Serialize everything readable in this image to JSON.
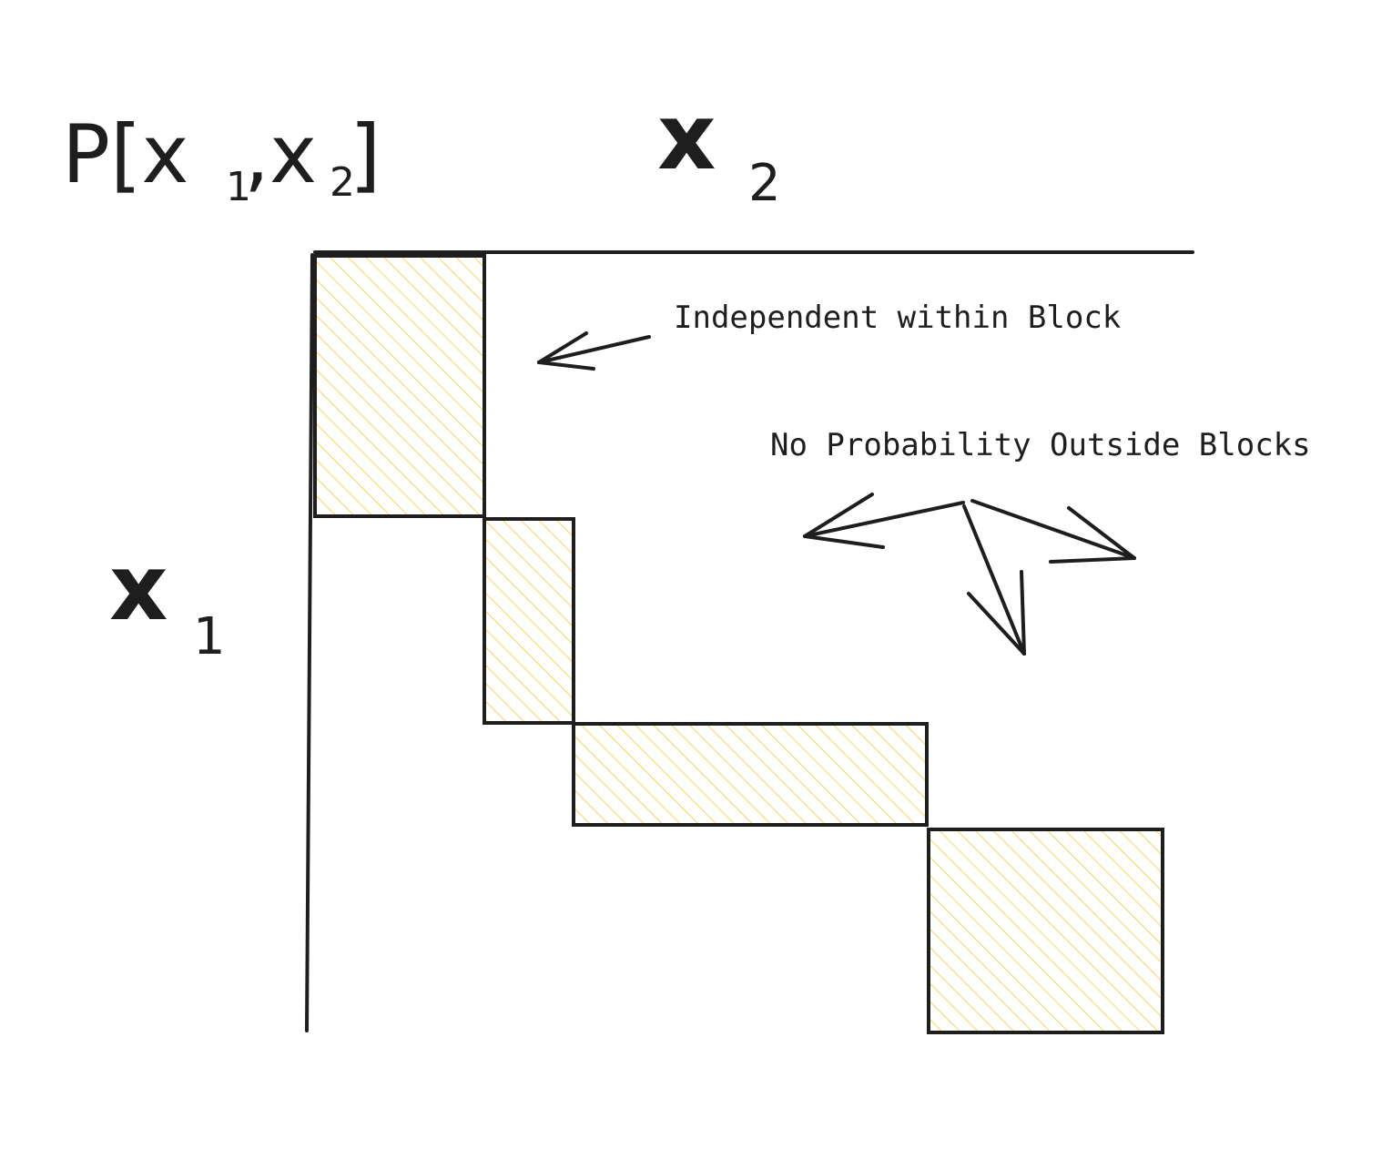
{
  "formula": {
    "prefix": "P[x",
    "sub1": "1",
    "middle": ",x",
    "sub2": "2",
    "suffix": "]"
  },
  "top_axis": {
    "var": "x",
    "sub": "2"
  },
  "left_axis": {
    "var": "x",
    "sub": "1"
  },
  "annotations": {
    "within": "Independent within Block",
    "outside": "No Probability Outside Blocks"
  },
  "colors": {
    "ink": "#1e1e1e",
    "block_hatch": "#f5d75a"
  },
  "blocks": [
    {
      "name": "block-1"
    },
    {
      "name": "block-2"
    },
    {
      "name": "block-3"
    },
    {
      "name": "block-4"
    }
  ]
}
